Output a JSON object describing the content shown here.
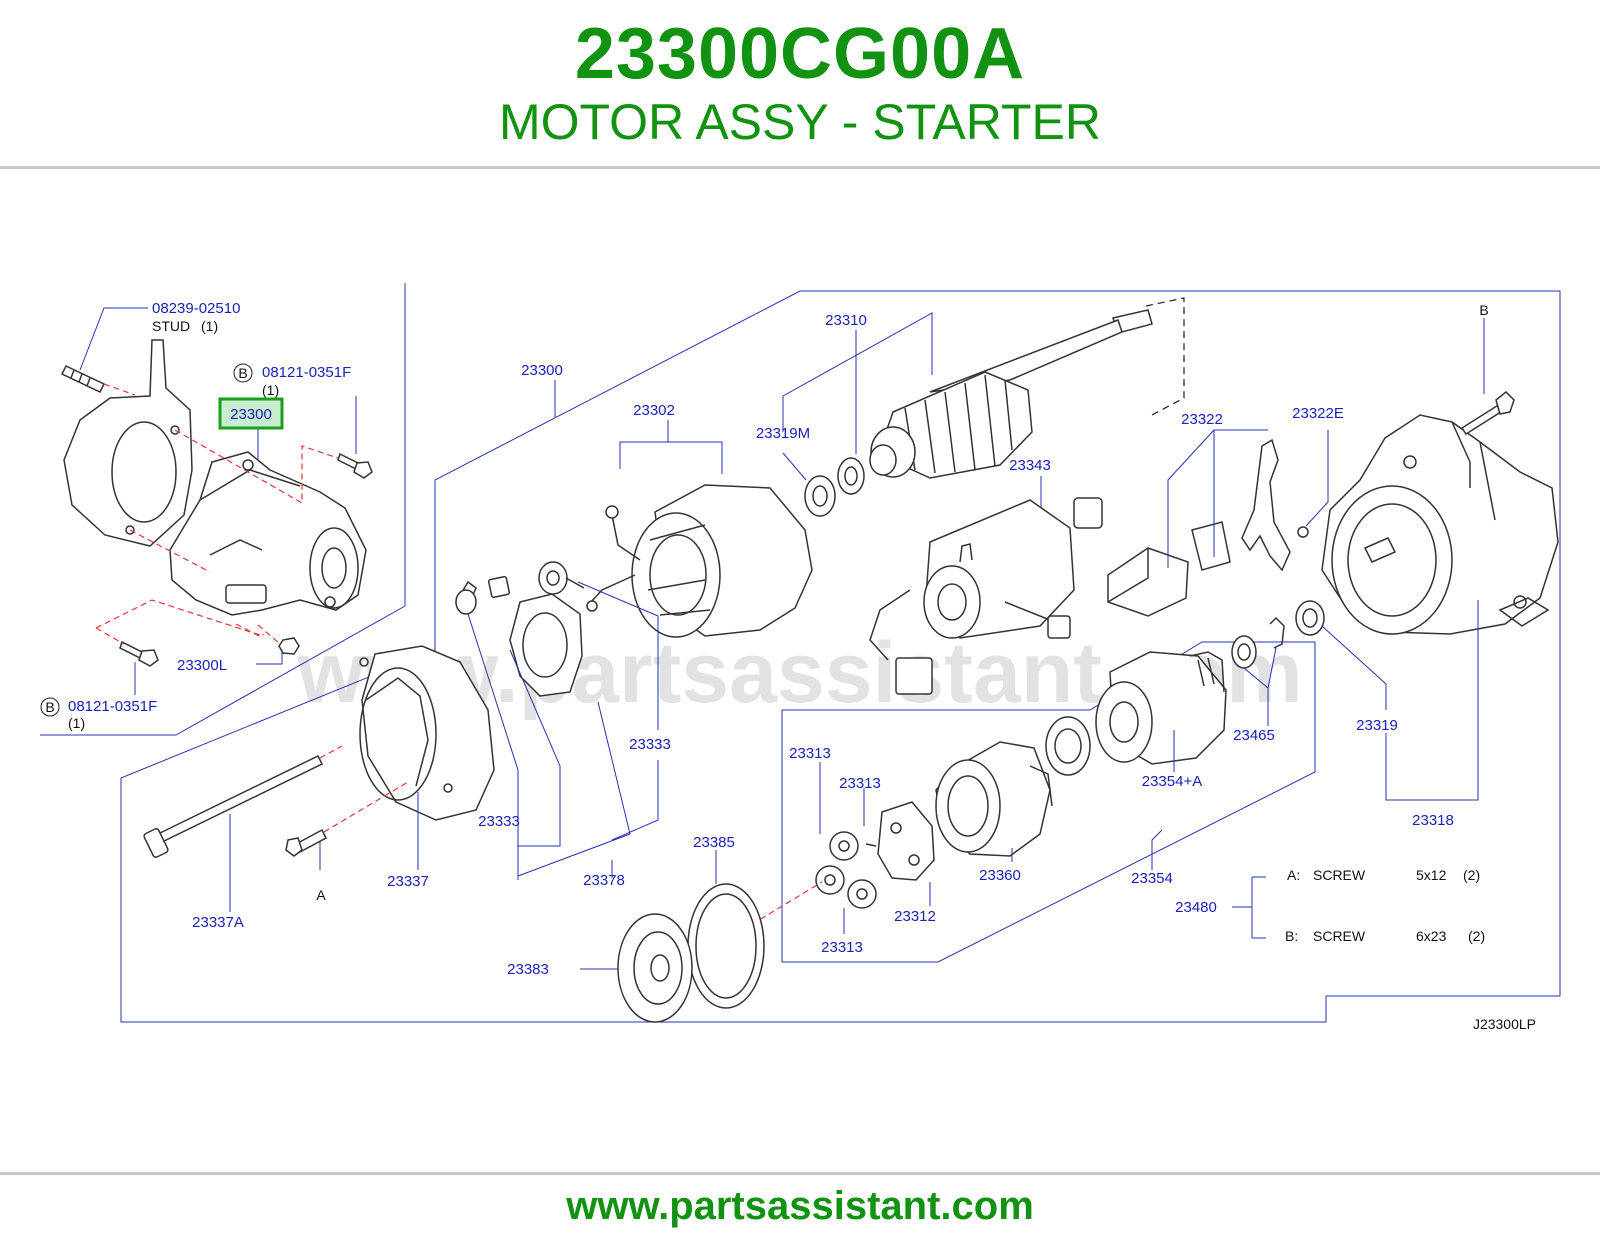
{
  "header": {
    "part_number": "23300CG00A",
    "description": "MOTOR ASSY - STARTER"
  },
  "diagram": {
    "watermark": "www.partsassistant.com",
    "drawing_code": "J23300LP",
    "ref_marker_b": "B",
    "ref_marker_a": "A",
    "callouts": {
      "stud_part": "08239-02510",
      "stud_label": "STUD",
      "stud_qty": "(1)",
      "bolt_upper_part": "08121-0351F",
      "bolt_upper_qty": "(1)",
      "bolt_lower_part": "08121-0351F",
      "bolt_lower_qty": "(1)",
      "highlighted": "23300",
      "nut": "23300L",
      "assy": "23300",
      "armature": "23310",
      "field": "23302",
      "bearing_m": "23319M",
      "switch": "23343",
      "lever_pad": "23322",
      "lever_e": "23322E",
      "bushing": "23319",
      "gear_housing": "23318",
      "brush_a": "23333",
      "brush_b": "23333",
      "brush_holder": "23378",
      "rear_cover": "23337",
      "through_bolt": "23337A",
      "pinion_1": "23313",
      "pinion_2": "23313",
      "pinion_3": "23313",
      "shaft_carrier": "23312",
      "internal_gear": "23360",
      "clutch_assy": "23354",
      "clutch": "23354+A",
      "retainer": "23465",
      "seal": "23385",
      "cap": "23383",
      "screw_kit": "23480"
    },
    "screw_kit": [
      {
        "letter": "A:",
        "name": "SCREW",
        "size": "5x12",
        "qty": "(2)"
      },
      {
        "letter": "B:",
        "name": "SCREW",
        "size": "6x23",
        "qty": "(2)"
      }
    ]
  },
  "footer": {
    "url": "www.partsassistant.com"
  },
  "colors": {
    "brand_green": "#119211",
    "callout_blue": "#1a22b8",
    "highlight_green": "#18a018",
    "dashed_red": "#e0383a"
  }
}
